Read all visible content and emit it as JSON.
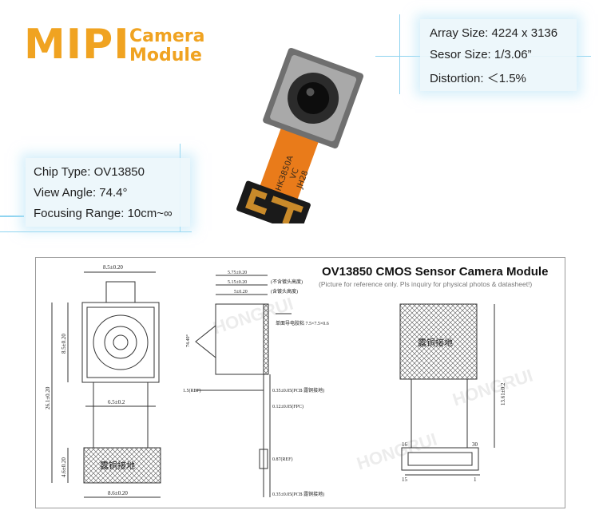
{
  "title": {
    "main": "MIPI",
    "line1": "Camera",
    "line2": "Module"
  },
  "specs_right": [
    "Array Size: 4224 x 3136",
    "Sesor Size: 1/3.06”",
    "Distortion: ＜1.5%"
  ],
  "specs_left": [
    "Chip Type: OV13850",
    "View Angle: 74.4°",
    "Focusing Range: 10cm~∞"
  ],
  "photo": {
    "flex_text": [
      "HK3850A",
      "VC",
      "JH28"
    ]
  },
  "drawing": {
    "title": "OV13850 CMOS Sensor Camera Module",
    "subtitle": "(Picture for reference only. Pls inquiry for physical photos & datasheet!)",
    "dims": {
      "top_width": "8.5±0.20",
      "height_module": "8.5±0.20",
      "total_length": "26.1±0.20",
      "flex_width": "6.5±0.2",
      "pad_height": "4.6±0.20",
      "bottom_width": "8.6±0.20",
      "side_575": "5.75±0.20",
      "side_515": "5.15±0.20",
      "side_5": "5±0.20",
      "side_note1": "(不含镀头高度)",
      "side_note2": "(含镀头高度)",
      "fov": "74.40°",
      "tape": "单面导电胶粘 7.5×7.5×0.6",
      "ref15": "1.5(REF)",
      "pcb_035_top": "0.35±0.05(PCB 露铜接地)",
      "fpc_012": "0.12±0.05(FPC)",
      "ref087": "0.87(REF)",
      "pcb_035_bottom": "0.35±0.05(PCB 露铜接地)",
      "right_length": "13.61±0.2",
      "copper_label": "露铜接地",
      "pin_16": "16",
      "pin_30": "30",
      "pin_15": "15",
      "pin_1": "1"
    }
  },
  "colors": {
    "title_orange": "#f0a321",
    "flex_orange": "#e97b1a",
    "box_blue": "#ebf6fb"
  },
  "watermark": "HONGRUI"
}
